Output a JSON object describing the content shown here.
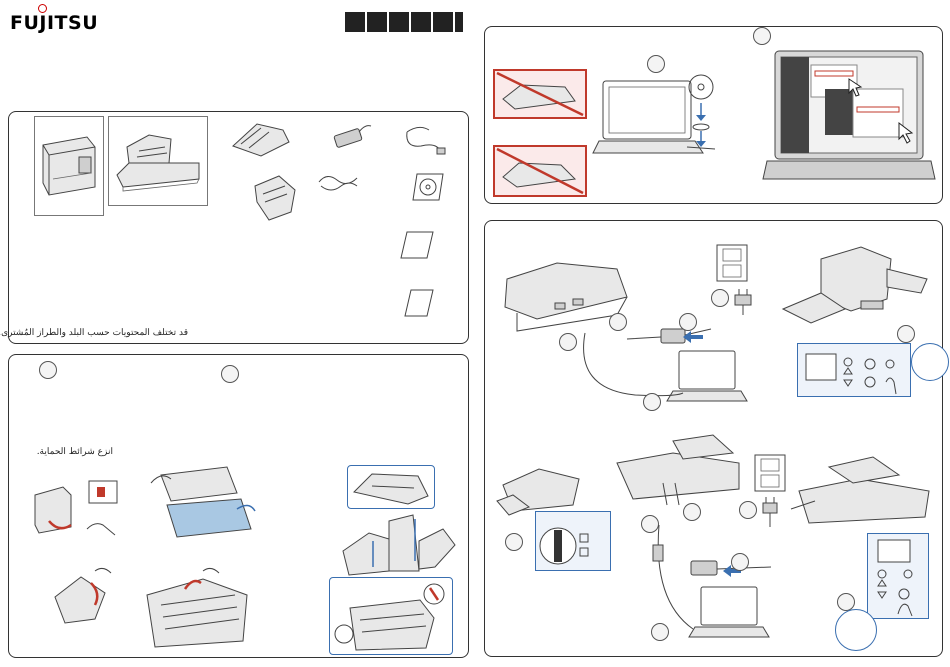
{
  "brand": {
    "logo_text": "FUJITSU"
  },
  "note_contents": "قد تختلف المحتويات حسب البلد والطراز المُشترى.",
  "note_remove_tape": "انزع شرائط الحماية.",
  "colors": {
    "accent_blue": "#3a6fb0",
    "warning_red": "#c0392b"
  }
}
